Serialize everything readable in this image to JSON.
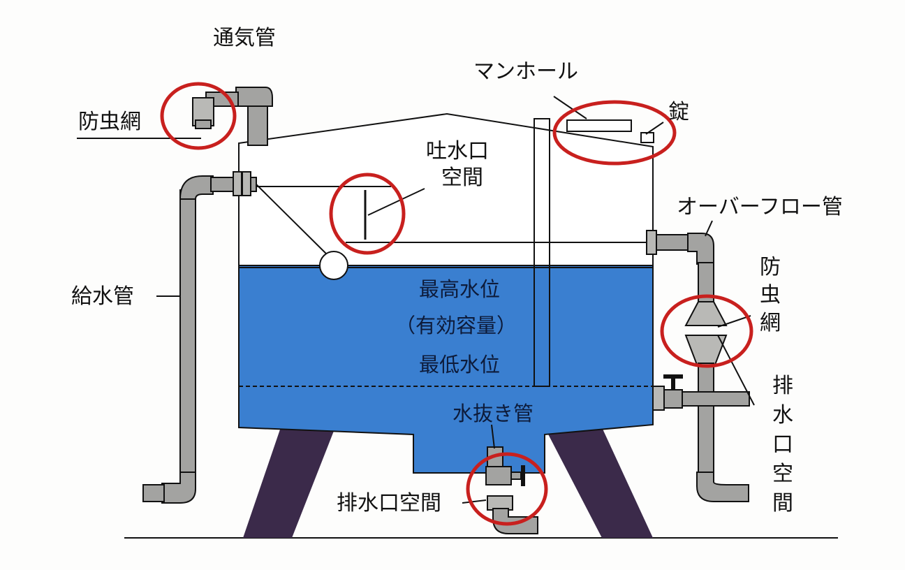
{
  "labels": {
    "vent_pipe": "通気管",
    "insect_screen_left": "防虫網",
    "manhole": "マンホール",
    "lock": "錠",
    "spout_space_line1": "吐水口",
    "spout_space_line2": "空間",
    "overflow_pipe": "オーバーフロー管",
    "supply_pipe": "給水管",
    "max_level": "最高水位",
    "capacity": "（有効容量）",
    "min_level": "最低水位",
    "insect_screen_right": [
      "防",
      "虫",
      "網"
    ],
    "drain_space_vertical": [
      "排",
      "水",
      "口",
      "空",
      "間"
    ],
    "drain_pipe": "水抜き管",
    "drain_space_bottom": "排水口空間"
  },
  "colors": {
    "water": "#3a7fd0",
    "legs": "#3b2a4a",
    "pipe": "#a3a3a1",
    "highlight_ring": "#c8201e",
    "outline": "#111111"
  }
}
